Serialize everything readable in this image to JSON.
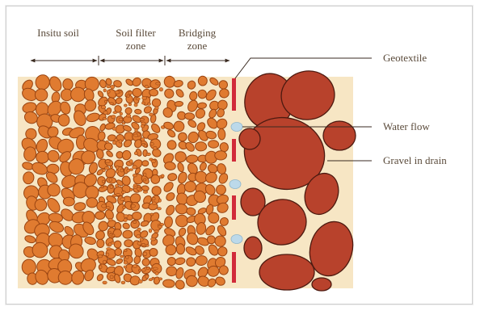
{
  "zones": [
    {
      "line1": "Insitu soil",
      "line2": ""
    },
    {
      "line1": "Soil filter",
      "line2": "zone"
    },
    {
      "line1": "Bridging",
      "line2": "zone"
    }
  ],
  "callouts": {
    "geotextile": "Geotextile",
    "water_flow": "Water flow",
    "gravel": "Gravel in drain"
  },
  "colors": {
    "panel_background": "#f7e6c4",
    "fine_particle": "#e07b30",
    "fine_particle_outline": "#9a4512",
    "gravel": "#b8422c",
    "gravel_outline": "#4d1a10",
    "geotextile": "#d12a3a",
    "water_drop": "#bcd9ea",
    "text": "#5a4a3a",
    "frame": "#cfcfcf"
  }
}
